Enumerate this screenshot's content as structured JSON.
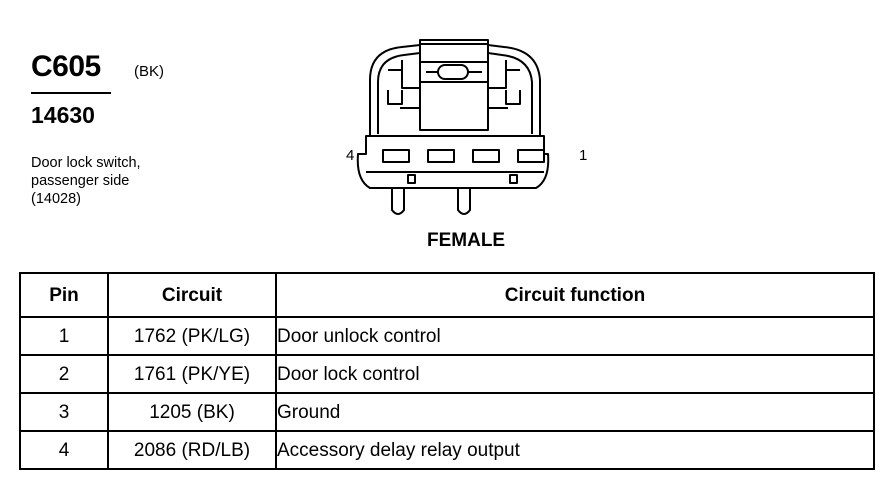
{
  "connector": {
    "id": "C605",
    "color": "(BK)",
    "part_number": "14630",
    "description": [
      "Door lock switch,",
      "passenger side",
      "(14028)"
    ],
    "gender": "FEMALE",
    "pin_left": "4",
    "pin_right": "1"
  },
  "table": {
    "headers": [
      "Pin",
      "Circuit",
      "Circuit function"
    ],
    "rows": [
      {
        "pin": "1",
        "circuit": "1762 (PK/LG)",
        "function": "Door unlock control"
      },
      {
        "pin": "2",
        "circuit": "1761 (PK/YE)",
        "function": "Door lock control"
      },
      {
        "pin": "3",
        "circuit": "1205 (BK)",
        "function": "Ground"
      },
      {
        "pin": "4",
        "circuit": "2086 (RD/LB)",
        "function": "Accessory delay relay output"
      }
    ]
  }
}
